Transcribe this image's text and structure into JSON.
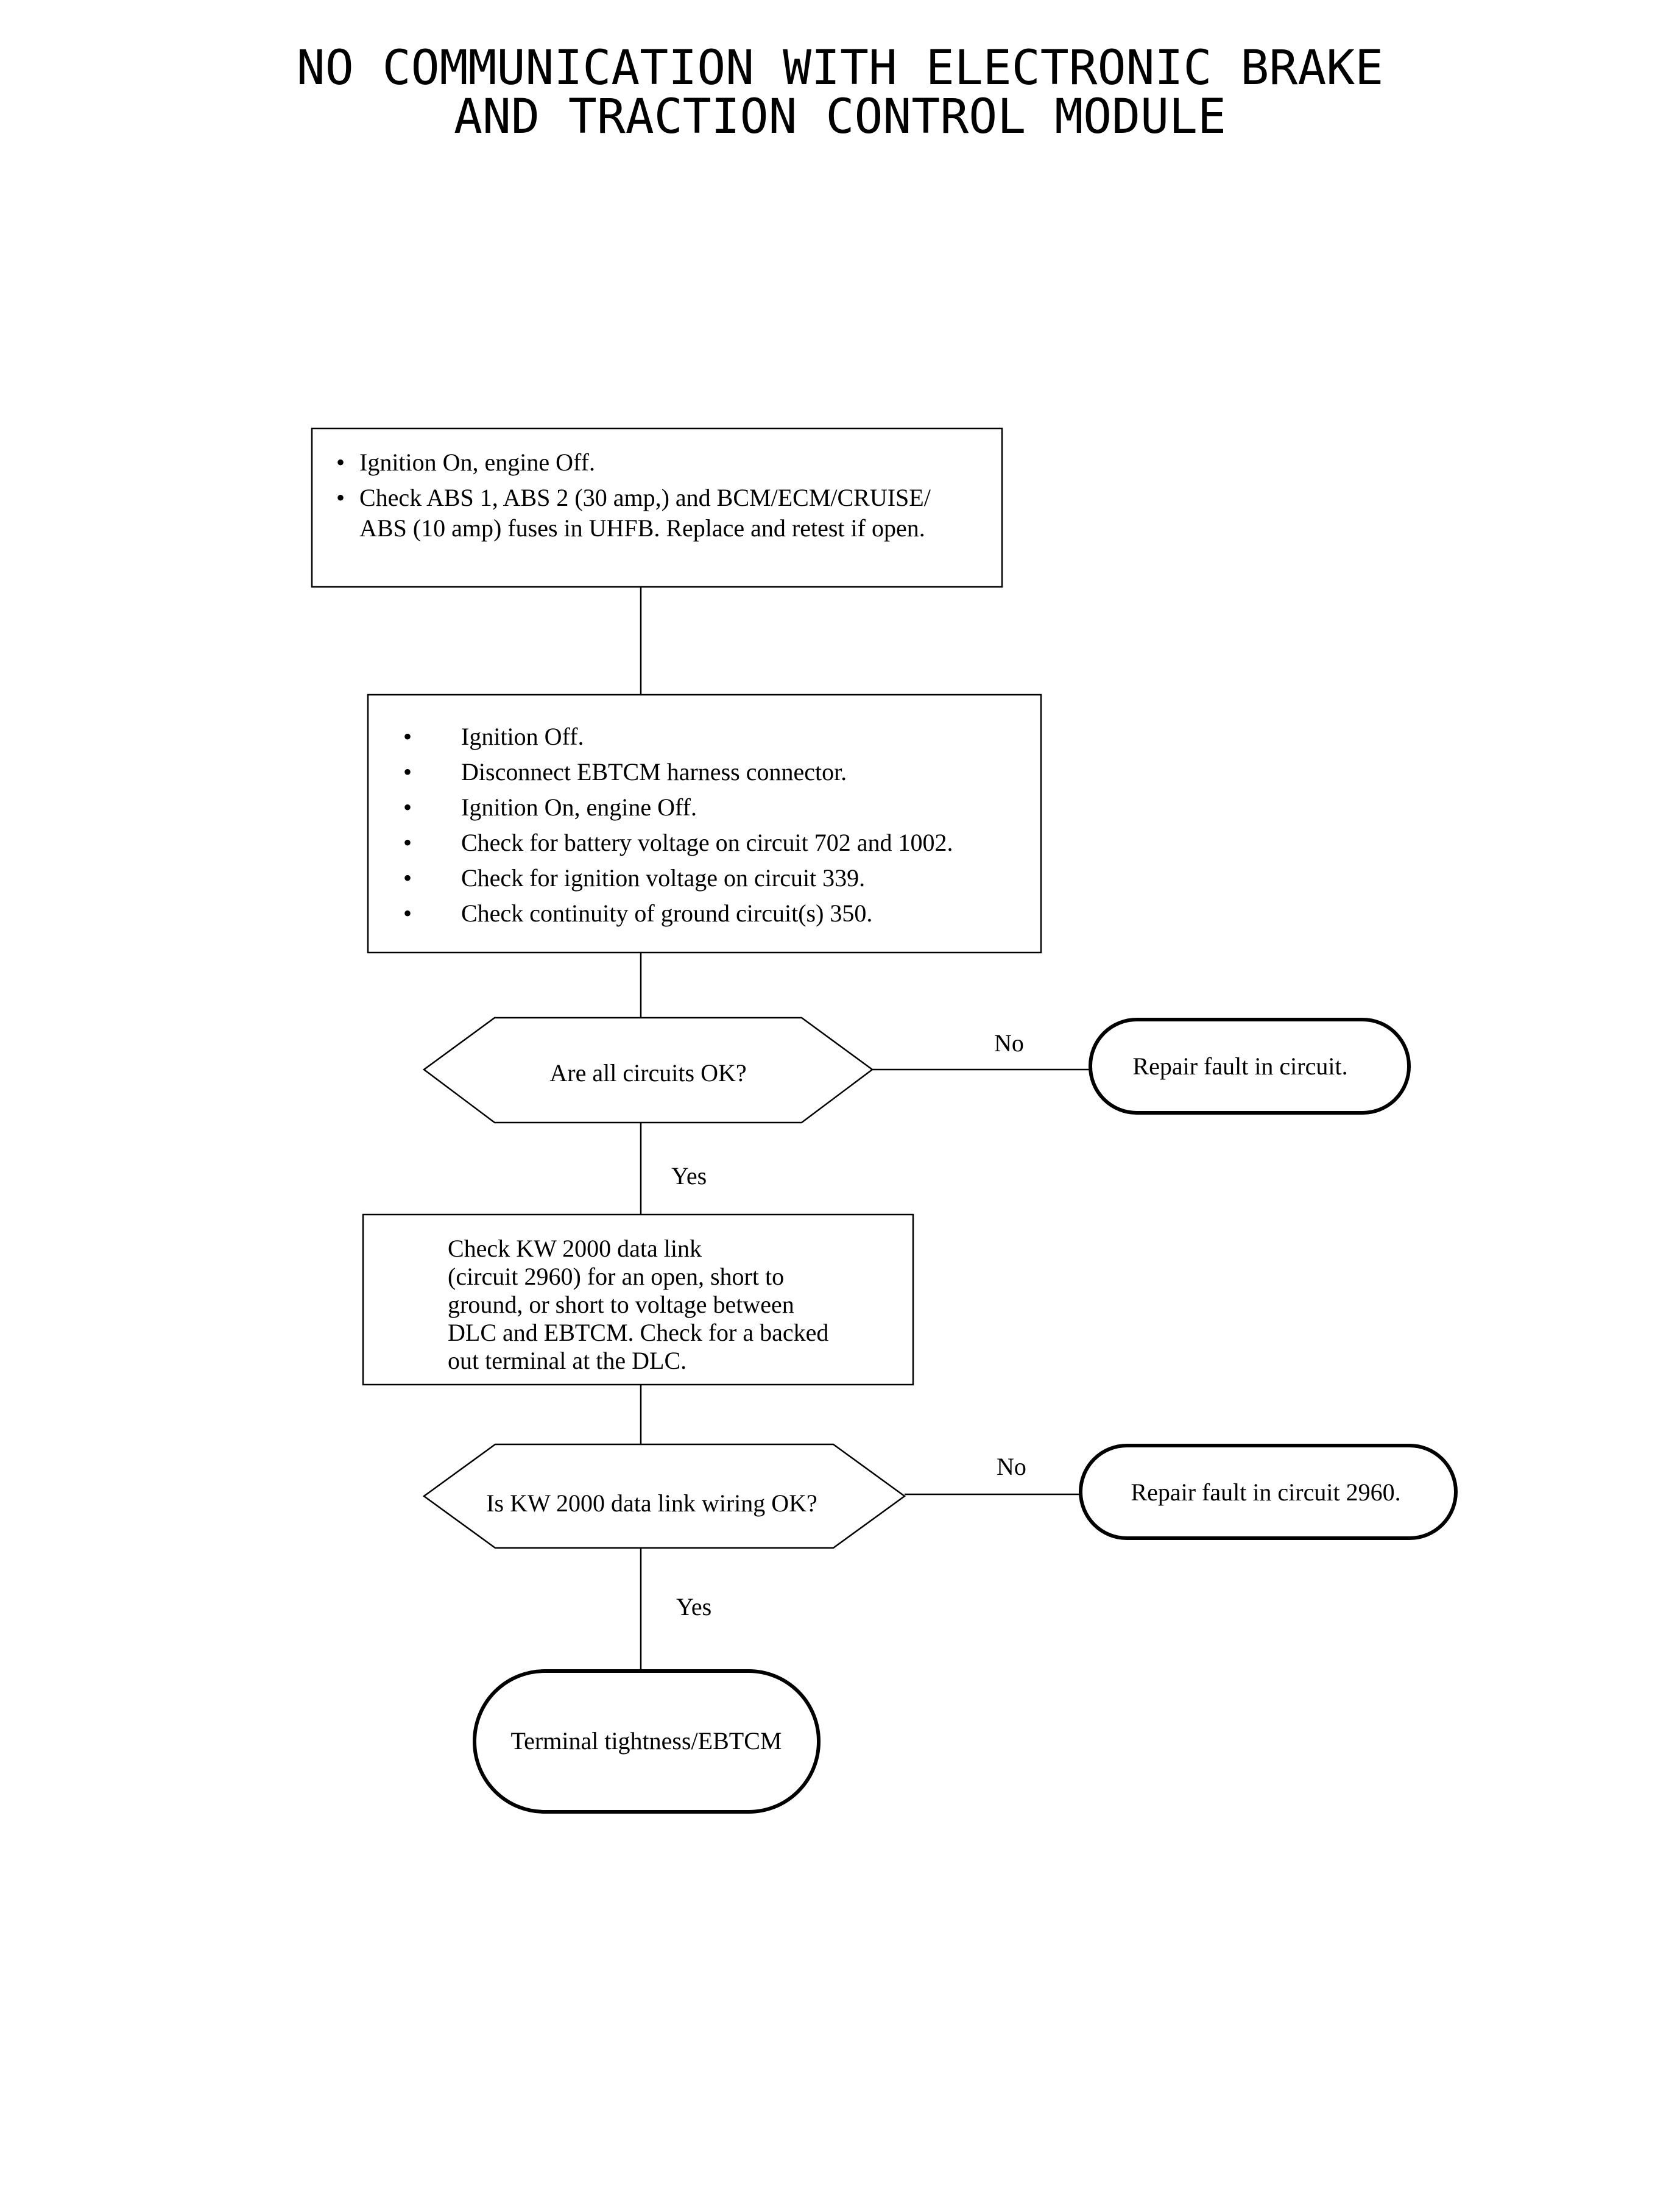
{
  "title": {
    "line1": "NO COMMUNICATION WITH ELECTRONIC BRAKE",
    "line2": "AND TRACTION CONTROL MODULE"
  },
  "flowchart": {
    "step1": {
      "items": [
        "Ignition On, engine Off.",
        "Check ABS 1, ABS 2 (30 amp,) and BCM/ECM/CRUISE/",
        "ABS (10 amp) fuses in UHFB.  Replace and retest if open."
      ]
    },
    "step2": {
      "items": [
        "Ignition Off.",
        "Disconnect EBTCM harness connector.",
        "Ignition On, engine Off.",
        "Check for battery voltage on circuit 702 and 1002.",
        "Check for ignition voltage on circuit 339.",
        "Check continuity of ground circuit(s) 350."
      ]
    },
    "decision1": {
      "question": "Are all circuits OK?",
      "no_label": "No",
      "yes_label": "Yes",
      "no_result": "Repair fault in circuit."
    },
    "step3": {
      "lines": [
        "Check KW 2000 data link",
        "(circuit 2960) for an open, short to",
        "ground, or short to voltage between",
        "DLC and EBTCM.  Check for a backed",
        "out terminal at the DLC."
      ]
    },
    "decision2": {
      "question": "Is KW 2000 data link wiring OK?",
      "no_label": "No",
      "yes_label": "Yes",
      "no_result": "Repair fault in circuit 2960."
    },
    "final": {
      "label": "Terminal tightness/EBTCM"
    }
  }
}
